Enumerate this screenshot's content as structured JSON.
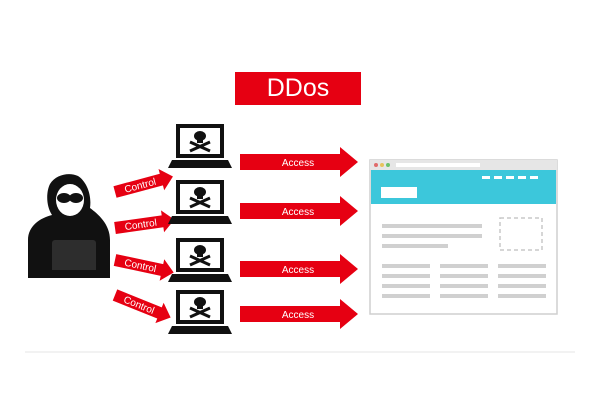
{
  "title": "DDos",
  "control_label": "Control",
  "access_label": "Access",
  "colors": {
    "accent": "#e60012",
    "browser_header": "#3cc7db",
    "placeholder": "#d0d0d0",
    "icon": "#111111"
  },
  "icons": {
    "attacker": "hooded-hacker-icon",
    "bot": "skull-laptop-icon"
  },
  "bot_count": 4
}
